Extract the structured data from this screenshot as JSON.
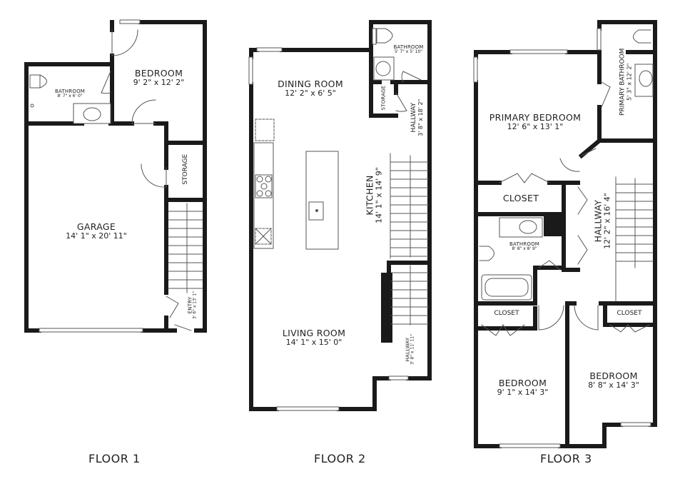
{
  "floors": [
    {
      "label": "FLOOR 1",
      "rooms": [
        {
          "name": "BEDROOM",
          "dims": "9' 2\" x 12' 2\""
        },
        {
          "name": "BATHROOM",
          "dims": "8' 7\" x 6' 0\""
        },
        {
          "name": "GARAGE",
          "dims": "14' 1\" x 20' 11\""
        },
        {
          "name": "STORAGE",
          "dims": ""
        },
        {
          "name": "ENTRY",
          "dims": "3' 6\" x 13' 1\""
        }
      ]
    },
    {
      "label": "FLOOR 2",
      "rooms": [
        {
          "name": "DINING ROOM",
          "dims": "12' 2\" x 6' 5\""
        },
        {
          "name": "BATHROOM",
          "dims": "5' 7\" x 5' 10\""
        },
        {
          "name": "STORAGE",
          "dims": ""
        },
        {
          "name": "HALLWAY",
          "dims": "3' 8\" x 18' 2\""
        },
        {
          "name": "KITCHEN",
          "dims": "14' 1\" x 14' 9\""
        },
        {
          "name": "LIVING ROOM",
          "dims": "14' 1\" x 15' 0\""
        },
        {
          "name": "HALLWAY",
          "dims": "3' 8\" x 11' 11\""
        }
      ]
    },
    {
      "label": "FLOOR 3",
      "rooms": [
        {
          "name": "PRIMARY BEDROOM",
          "dims": "12' 6\" x 13' 1\""
        },
        {
          "name": "PRIMARY BATHROOM",
          "dims": "5' 3\" x 12' 2\""
        },
        {
          "name": "CLOSET",
          "dims": ""
        },
        {
          "name": "BATHROOM",
          "dims": "8' 8\" x 8' 9\""
        },
        {
          "name": "HALLWAY",
          "dims": "12' 2\" x 16' 4\""
        },
        {
          "name": "CLOSET",
          "dims": ""
        },
        {
          "name": "CLOSET",
          "dims": ""
        },
        {
          "name": "BEDROOM",
          "dims": "9' 1\" x 14' 3\""
        },
        {
          "name": "BEDROOM",
          "dims": "8' 8\" x 14' 3\""
        }
      ]
    }
  ],
  "colors": {
    "wall": "#1a1a1a",
    "fixture": "#555555",
    "background": "#ffffff"
  }
}
